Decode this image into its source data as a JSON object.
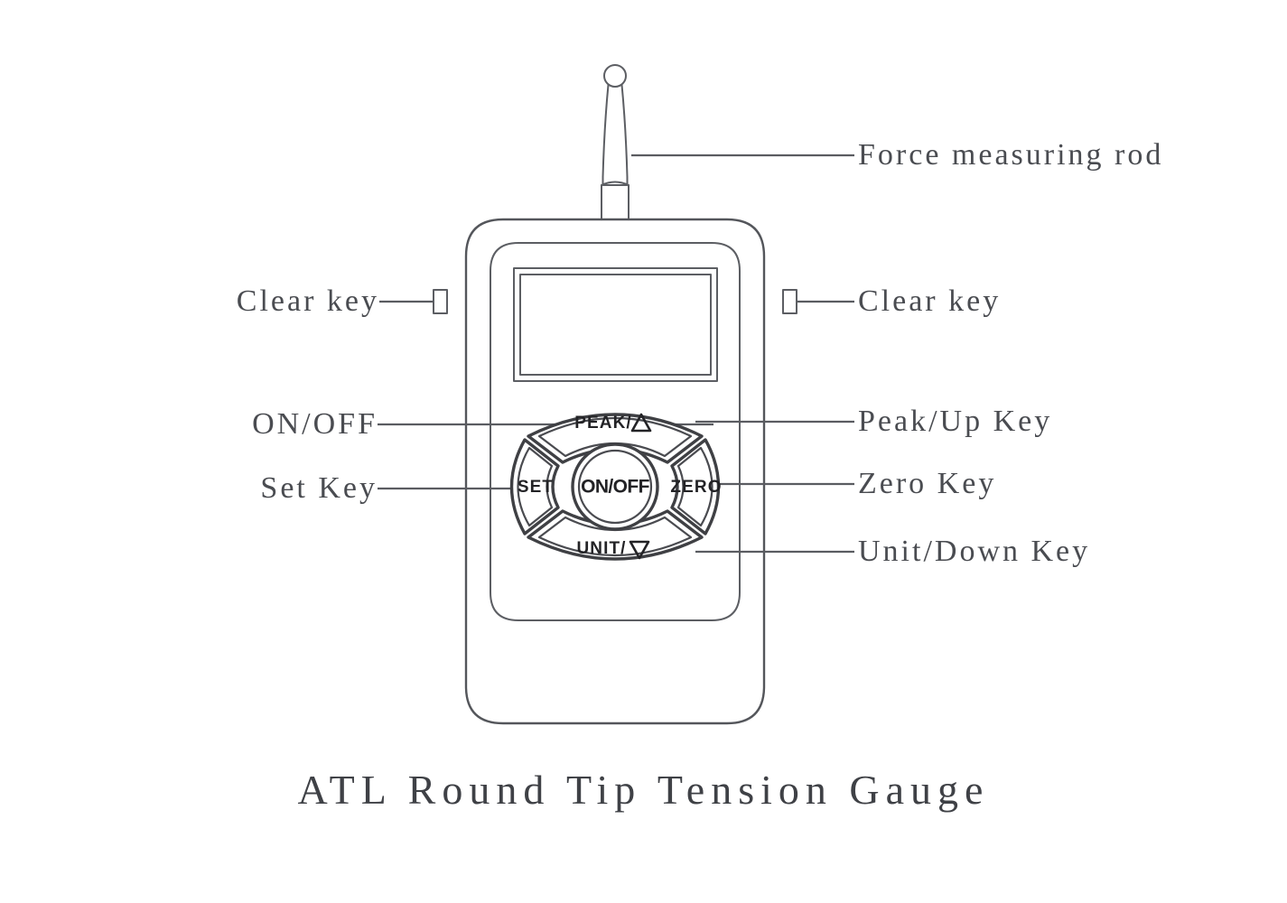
{
  "title": "ATL Round Tip Tension Gauge",
  "caption": "ATL Round Tip Tension Gauge",
  "colors": {
    "background": "#ffffff",
    "line": "#54565b",
    "line_dark": "#3f4044",
    "text": "#4a4c51",
    "key_text": "#232326"
  },
  "callouts": {
    "force_rod": "Force measuring rod",
    "clear_key_left": "Clear key",
    "clear_key_right": "Clear key",
    "on_off": "ON/OFF",
    "set_key": "Set Key",
    "peak_up_key": "Peak/Up Key",
    "zero_key": "Zero Key",
    "unit_down_key": "Unit/Down Key"
  },
  "keypad": {
    "top_key": "PEAK/",
    "top_key_symbol": "triangle-up",
    "left_key": "SET",
    "center_key": "ON/OFF",
    "right_key": "ZERO",
    "bottom_key": "UNIT/",
    "bottom_key_symbol": "triangle-down"
  },
  "device": {
    "rod_label": "force-measuring-rod",
    "display_label": "lcd-display",
    "side_button_left": "clear-key-left",
    "side_button_right": "clear-key-right"
  }
}
